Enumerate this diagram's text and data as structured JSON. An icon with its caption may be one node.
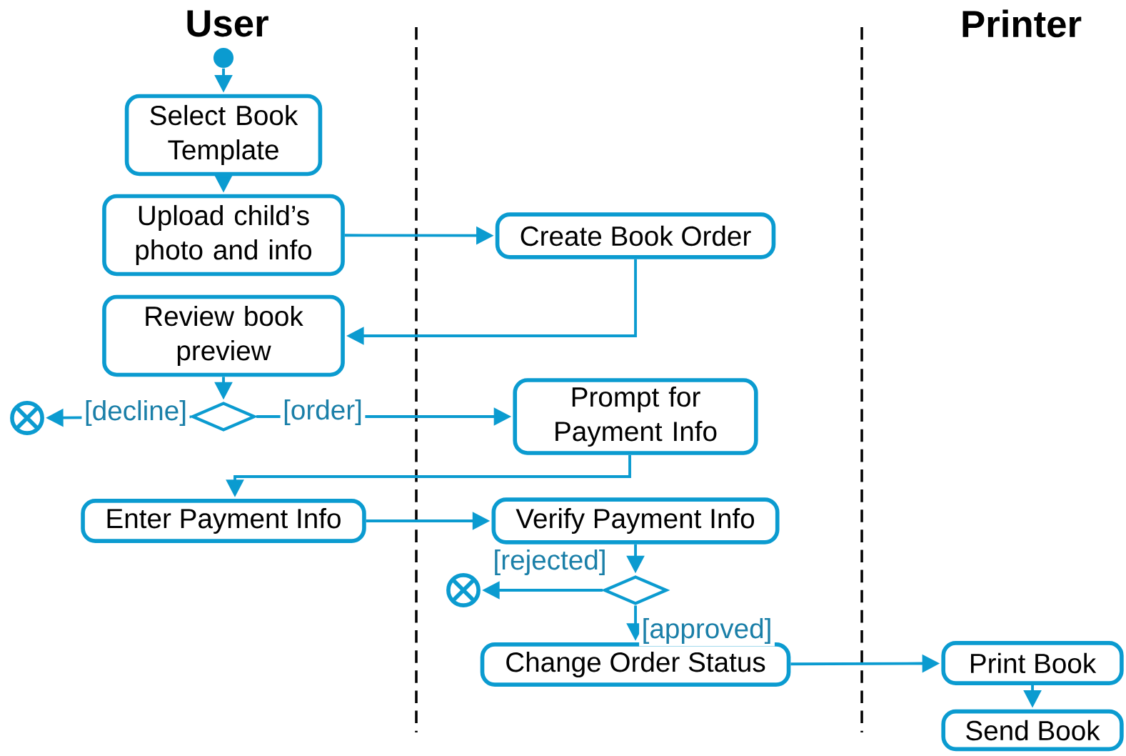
{
  "diagram": {
    "nodes": [
      {
        "text": [],
        "shape": "circle"
      },
      {
        "text": [
          "Select Book Template"
        ]
      },
      {
        "text": [
          "Upload child’s photo and info"
        ]
      },
      {
        "text": [
          "Review book preview"
        ]
      },
      {
        "text": [],
        "shape": "diamond"
      },
      {
        "text": [],
        "shape": "circle"
      },
      {
        "text": [
          "Create Book Order"
        ]
      },
      {
        "text": [
          "Prompt for Payment Info"
        ]
      },
      {
        "text": [
          "Enter Payment Info"
        ]
      },
      {
        "text": [
          "Verify Payment Info"
        ]
      },
      {
        "text": [],
        "shape": "diamond"
      },
      {
        "text": [],
        "shape": "circle"
      },
      {
        "text": [
          "Change Order Status"
        ]
      },
      {
        "text": [
          "Print Book"
        ]
      },
      {
        "text": [
          "Send Book"
        ]
      }
    ],
    "edges": [
      {
        "from": 0,
        "to": 1,
        "arrow": "to"
      },
      {
        "from": 1,
        "to": 2,
        "arrow": "to"
      },
      {
        "from": 2,
        "to": 6,
        "arrow": "to"
      },
      {
        "from": 6,
        "to": 3,
        "arrow": "to"
      },
      {
        "from": 3,
        "to": 4,
        "arrow": "to"
      },
      {
        "from": 4,
        "to": 5,
        "arrow": "to",
        "label": "[decline]"
      },
      {
        "from": 4,
        "to": 7,
        "arrow": "to",
        "label": "[order]"
      },
      {
        "from": 7,
        "to": 8,
        "arrow": "to"
      },
      {
        "from": 8,
        "to": 9,
        "arrow": "to"
      },
      {
        "from": 9,
        "to": 10,
        "arrow": "to"
      },
      {
        "from": 10,
        "to": 11,
        "arrow": "to",
        "label": "[rejected]"
      },
      {
        "from": 10,
        "to": 12,
        "arrow": "to",
        "label": "[approved]"
      },
      {
        "from": 12,
        "to": 13,
        "arrow": "to"
      },
      {
        "from": 13,
        "to": 14,
        "arrow": "to"
      }
    ],
    "labels": [
      "User",
      "Printer"
    ]
  }
}
